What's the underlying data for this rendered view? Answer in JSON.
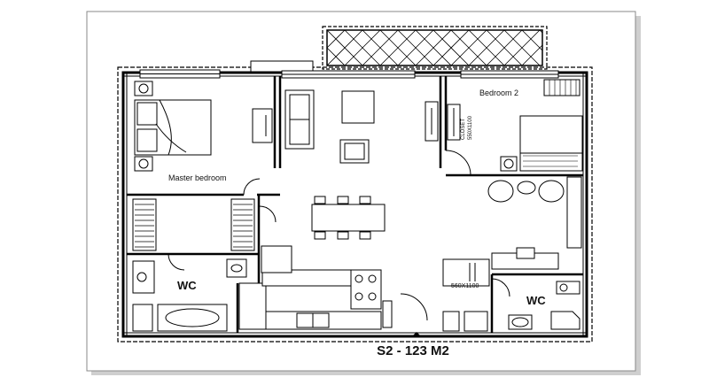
{
  "plan": {
    "caption": "S2 - 123 M2",
    "rooms": {
      "master_bedroom": "Master bedroom",
      "bedroom_2": "Bedroom 2",
      "wc_left": "WC",
      "wc_right": "WC"
    },
    "annotations": {
      "closet_label": "CLOSET",
      "closet_size": "550X1100",
      "cabinet_size": "560X1100"
    }
  }
}
